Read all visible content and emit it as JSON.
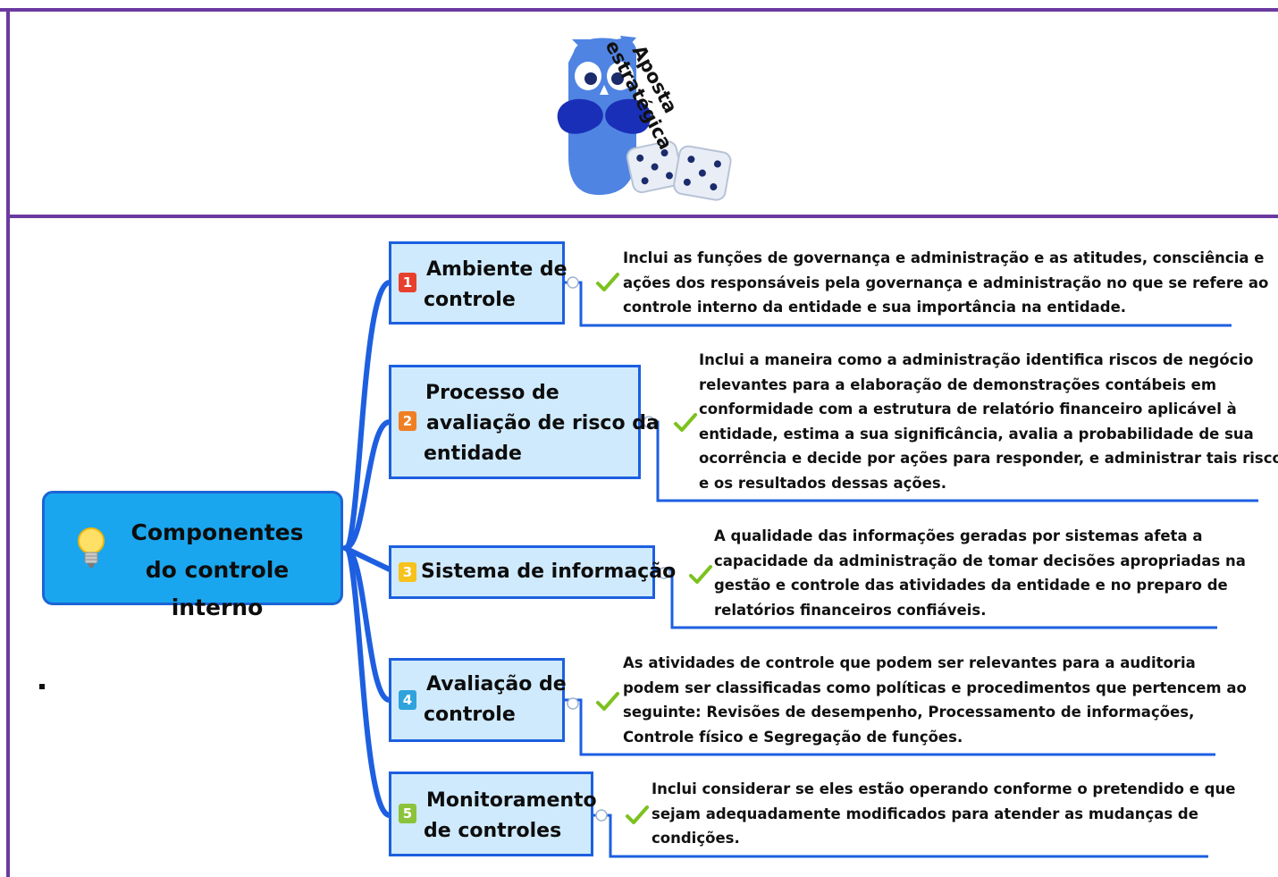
{
  "logo": {
    "text_line1": "Aposta",
    "text_line2": "estratégica"
  },
  "central": {
    "title": "Componentes do controle interno",
    "icon": "lightbulb-icon"
  },
  "topics": [
    {
      "number": "1",
      "color": "#e8402f",
      "label_lines": [
        "Ambiente de",
        "controle"
      ],
      "description": [
        "Inclui as funções de governança e administração e as atitudes, consciência e",
        "ações dos responsáveis pela governança e administração no que se refere ao",
        "controle interno da entidade e sua importância na entidade."
      ]
    },
    {
      "number": "2",
      "color": "#f07f23",
      "label_lines": [
        "Processo de",
        "avaliação de risco da",
        "entidade"
      ],
      "description": [
        "Inclui a maneira como a administração identifica riscos de negócio",
        "relevantes para a elaboração de demonstrações contábeis em",
        "conformidade com a estrutura de relatório financeiro aplicável à",
        "entidade, estima a sua significância, avalia a probabilidade de sua",
        "ocorrência e decide por ações para responder, e administrar tais riscos",
        "e os resultados dessas ações."
      ]
    },
    {
      "number": "3",
      "color": "#f7c21b",
      "label_lines": [
        "Sistema de informação"
      ],
      "description": [
        "A qualidade das informações geradas por sistemas afeta a",
        "capacidade da administração de tomar decisões apropriadas na",
        "gestão e controle das atividades da entidade e no preparo de",
        "relatórios financeiros confiáveis."
      ]
    },
    {
      "number": "4",
      "color": "#2fa3dc",
      "label_lines": [
        "Avaliação de",
        "controle"
      ],
      "description": [
        "As atividades de controle que podem ser relevantes para a auditoria",
        "podem ser classificadas como políticas e procedimentos que pertencem ao",
        "seguinte: Revisões de desempenho, Processamento de informações,",
        "Controle físico e Segregação de funções."
      ]
    },
    {
      "number": "5",
      "color": "#8bc33a",
      "label_lines": [
        "Monitoramento",
        "de controles"
      ],
      "description": [
        "Inclui considerar se eles estão operando conforme o pretendido e que",
        "sejam adequadamente modificados para atender as mudanças de",
        "condições."
      ]
    }
  ],
  "colors": {
    "frame": "#6b3aa0",
    "branch": "#1d5fe0",
    "central_fill": "#1aa6ee",
    "topic_fill": "#cfeafd",
    "check": "#7cc21f"
  }
}
